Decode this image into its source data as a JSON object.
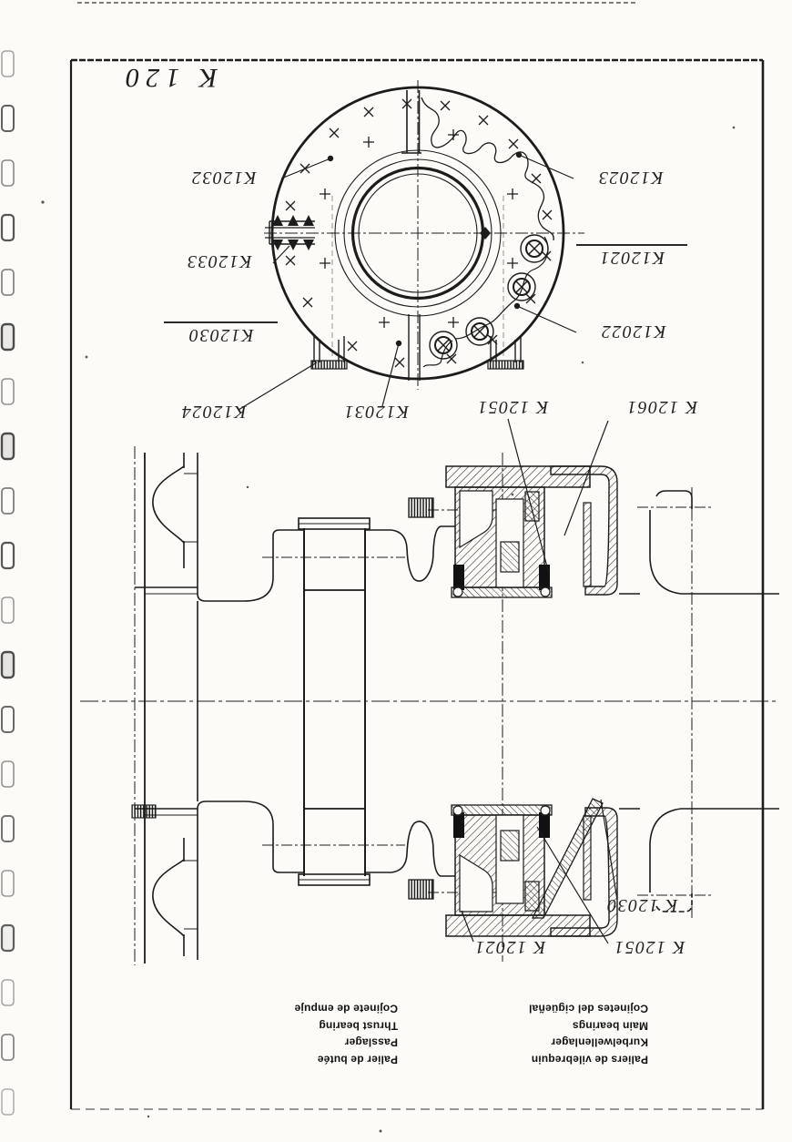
{
  "page": {
    "title": "K 120"
  },
  "circular_view": {
    "labels": [
      {
        "id": "k12032",
        "text": "K12032",
        "underline": false
      },
      {
        "id": "k12023",
        "text": "K12023",
        "underline": false
      },
      {
        "id": "k12033",
        "text": "K12033",
        "underline": false
      },
      {
        "id": "k12021",
        "text": "K12021",
        "underline": true
      },
      {
        "id": "k12030",
        "text": "K12030",
        "underline": true
      },
      {
        "id": "k12022",
        "text": "K12022",
        "underline": false
      },
      {
        "id": "k12024",
        "text": "K12024",
        "underline": false
      },
      {
        "id": "k12031",
        "text": "K12031",
        "underline": false
      }
    ]
  },
  "section_view": {
    "labels_top": [
      {
        "id": "k12051-top",
        "text": "K 12051"
      },
      {
        "id": "k12061-top",
        "text": "K 12061"
      }
    ],
    "labels_bottom": [
      {
        "id": "k12021-bottom",
        "text": "K 12021"
      },
      {
        "id": "k12051-bottom",
        "text": "K 12051"
      },
      {
        "id": "k12030-bottom",
        "text": "K 12030"
      }
    ]
  },
  "captions": {
    "thrust_bearing": {
      "lines": [
        "Palier de butée",
        "Passlager",
        "Thrust bearing",
        "Cojinete de empuje"
      ]
    },
    "main_bearings": {
      "lines": [
        "Paliers de vilebrequin",
        "Kurbelwellenlager",
        "Main bearings",
        "Cojinetes del cigüeñal"
      ]
    }
  },
  "colors": {
    "ink": "#1c1c1c",
    "paper": "#fcfbf7"
  }
}
